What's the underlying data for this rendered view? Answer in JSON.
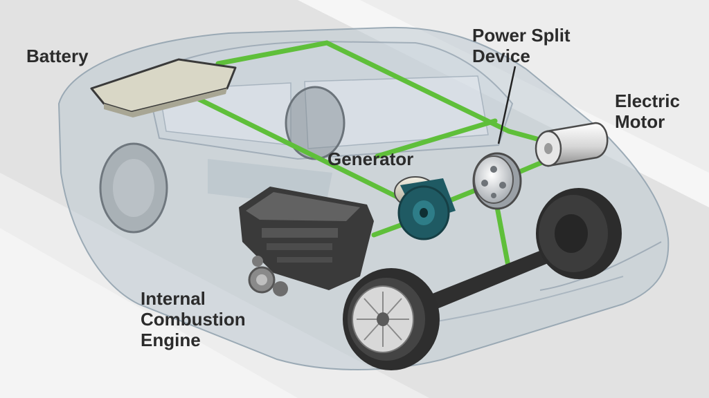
{
  "labels": {
    "battery": "Battery",
    "power_split": [
      "Power Split",
      "Device"
    ],
    "electric_motor": [
      "Electric",
      "Motor"
    ],
    "generator": "Generator",
    "engine": [
      "Internal",
      "Combustion",
      "Engine"
    ]
  },
  "colors": {
    "background": "#ededed",
    "road": "#dcdcdc",
    "car_body": "#b6c2cc",
    "power_path": "#5fbf3a",
    "generator_body": "#1f5a63",
    "engine": "#3a3a3a",
    "tire": "#2e2e2e"
  }
}
